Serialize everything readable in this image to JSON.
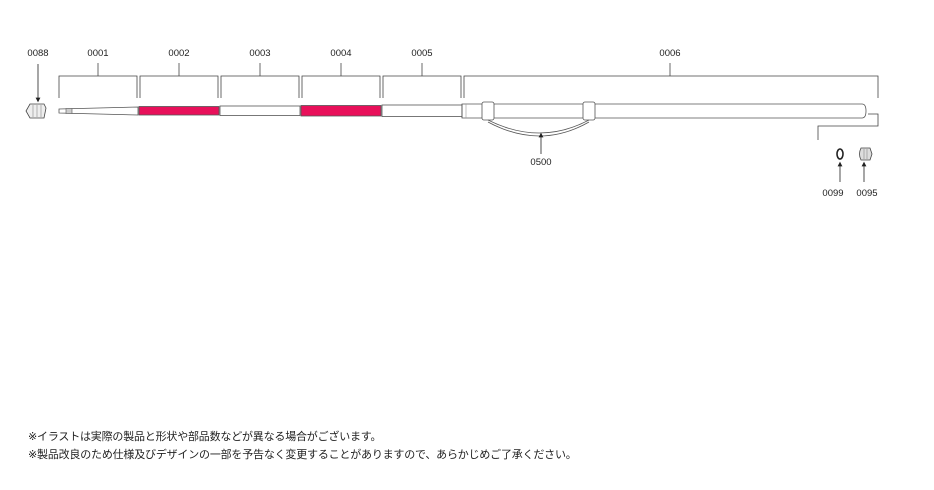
{
  "parts": {
    "p0088": "0088",
    "p0001": "0001",
    "p0002": "0002",
    "p0003": "0003",
    "p0004": "0004",
    "p0005": "0005",
    "p0006": "0006",
    "p0500": "0500",
    "p0099": "0099",
    "p0095": "0095"
  },
  "colors": {
    "accent_pink": "#e8105a",
    "line": "#444444",
    "section_fill": "#ffffff"
  },
  "notes": {
    "line1": "※イラストは実際の製品と形状や部品数などが異なる場合がございます。",
    "line2": "※製品改良のため仕様及びデザインの一部を予告なく変更することがありますので、あらかじめご了承ください。"
  }
}
